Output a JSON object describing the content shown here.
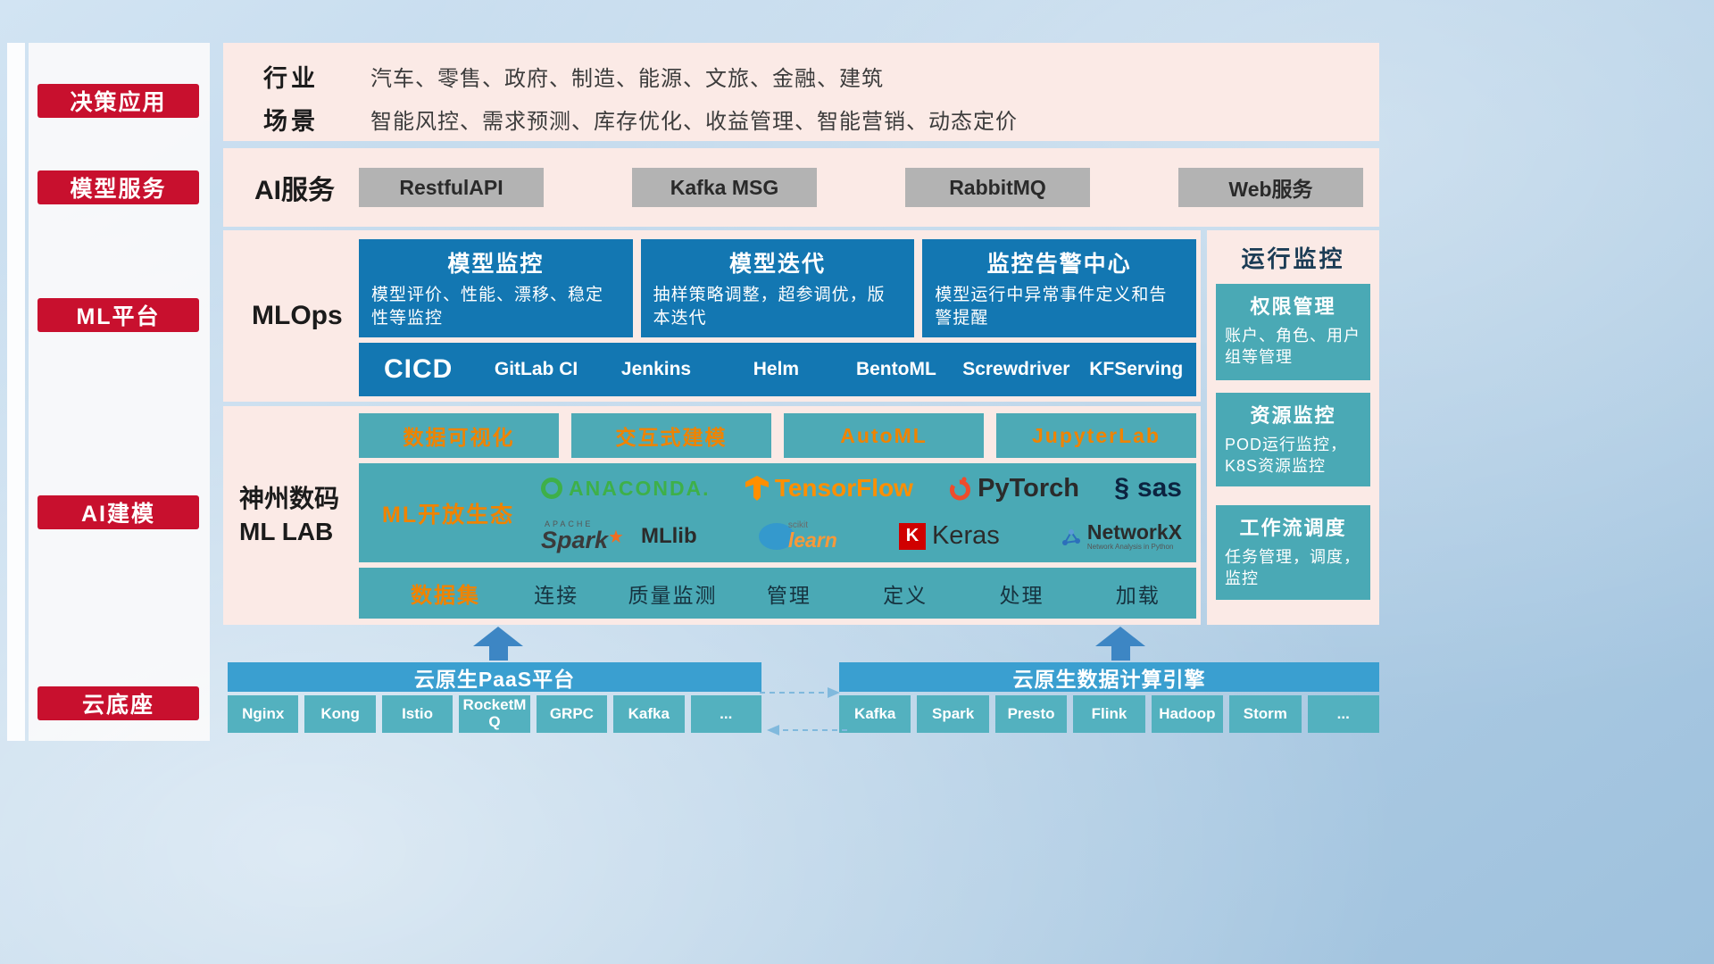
{
  "colors": {
    "red": "#c8102e",
    "pink": "#fbeae6",
    "blue": "#1377b2",
    "teal": "#4aa9b5",
    "orange": "#f08300",
    "bar_blue": "#3a9fd0"
  },
  "sidebar": {
    "items": [
      "决策应用",
      "模型服务",
      "ML平台",
      "AI建模",
      "云底座"
    ]
  },
  "industry": {
    "row1_label": "行业",
    "row1_text": "汽车、零售、政府、制造、能源、文旅、金融、建筑",
    "row2_label": "场景",
    "row2_text": "智能风控、需求预测、库存优化、收益管理、智能营销、动态定价"
  },
  "ai_services": {
    "label": "AI服务",
    "buttons": [
      "RestfulAPI",
      "Kafka MSG",
      "RabbitMQ",
      "Web服务"
    ]
  },
  "mlops": {
    "label": "MLOps",
    "cards": [
      {
        "title": "模型监控",
        "desc": "模型评价、性能、漂移、稳定性等监控"
      },
      {
        "title": "模型迭代",
        "desc": "抽样策略调整，超参调优，版本迭代"
      },
      {
        "title": "监控告警中心",
        "desc": "模型运行中异常事件定义和告警提醒"
      }
    ],
    "cicd": {
      "label": "CICD",
      "items": [
        "GitLab CI",
        "Jenkins",
        "Helm",
        "BentoML",
        "Screwdriver",
        "KFServing"
      ]
    }
  },
  "mllab": {
    "label_line1": "神州数码",
    "label_line2": "ML LAB",
    "tools": [
      "数据可视化",
      "交互式建模",
      "AutoML",
      "JupyterLab"
    ],
    "ecosystem_label": "ML开放生态",
    "logos": {
      "anaconda": "ANACONDA.",
      "tensorflow": "TensorFlow",
      "pytorch": "PyTorch",
      "sas_swirl": "§",
      "sas": "sas",
      "apache": "APACHE",
      "spark": "Spark",
      "spark_star": "★",
      "mllib": "MLlib",
      "scikit_top": "scikit",
      "scikit_learn": "learn",
      "keras_k": "K",
      "keras": "Keras",
      "networkx": "NetworkX",
      "networkx_sub": "Network Analysis in Python"
    },
    "dataset_label": "数据集",
    "dataset_items": [
      "连接",
      "质量监测",
      "管理",
      "定义",
      "处理",
      "加载"
    ]
  },
  "monitoring": {
    "title": "运行监控",
    "cards": [
      {
        "title": "权限管理",
        "desc": "账户、角色、用户组等管理"
      },
      {
        "title": "资源监控",
        "desc": "POD运行监控，K8S资源监控"
      },
      {
        "title": "工作流调度",
        "desc": "任务管理，调度，监控"
      }
    ]
  },
  "foundation": {
    "paas": {
      "title": "云原生PaaS平台",
      "items": [
        "Nginx",
        "Kong",
        "Istio",
        "RocketMQ",
        "GRPC",
        "Kafka",
        "..."
      ]
    },
    "engine": {
      "title": "云原生数据计算引擎",
      "items": [
        "Kafka",
        "Spark",
        "Presto",
        "Flink",
        "Hadoop",
        "Storm",
        "..."
      ]
    }
  }
}
